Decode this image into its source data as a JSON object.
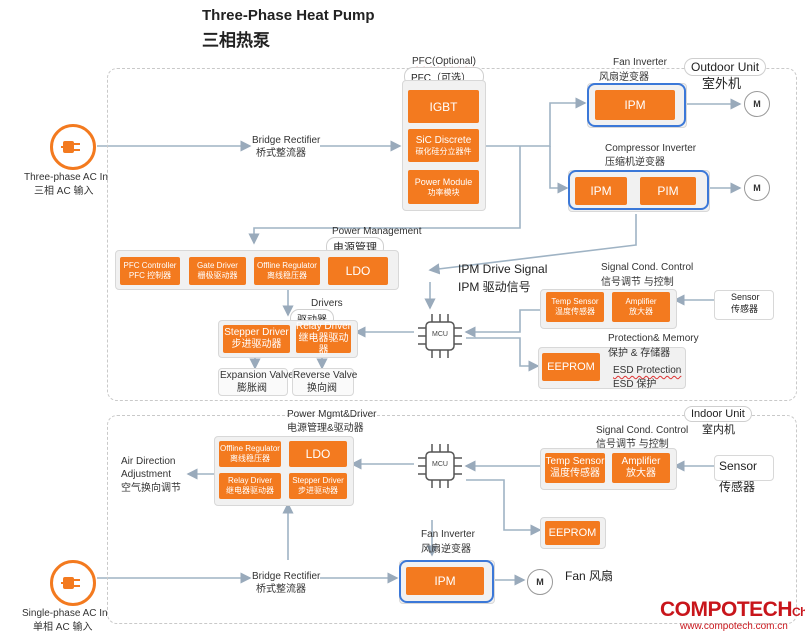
{
  "title": {
    "en": "Three-Phase Heat Pump",
    "cn": "三相热泵"
  },
  "outdoor": {
    "region_label": "Outdoor Unit",
    "region_label_cn": "室外机",
    "ac_input": {
      "en": "Three-phase AC In",
      "cn": "三相 AC 输入"
    },
    "bridge": {
      "en": "Bridge Rectifier",
      "cn": "桥式整流器"
    },
    "pfc": {
      "en": "PFC(Optional)",
      "cn": "PFC（可选）",
      "igbt": "IGBT",
      "sic_en": "SiC Discrete",
      "sic_cn": "碳化硅分立器件",
      "pm_en": "Power Module",
      "pm_cn": "功率模块"
    },
    "fan_inverter": {
      "en": "Fan Inverter",
      "cn": "风扇逆变器",
      "ipm": "IPM",
      "motor": "M"
    },
    "compressor_inverter": {
      "en": "Compressor Inverter",
      "cn": "压缩机逆变器",
      "ipm": "IPM",
      "pim": "PIM",
      "motor": "M"
    },
    "power_mgmt": {
      "en": "Power Management",
      "cn": "电源管理",
      "pfc_ctrl_en": "PFC Controller",
      "pfc_ctrl_cn": "PFC 控制器",
      "gate_en": "Gate Driver",
      "gate_cn": "栅极驱动器",
      "offline_en": "Offline Regulator",
      "offline_cn": "离线稳压器",
      "ldo": "LDO"
    },
    "ipm_signal": {
      "en": "IPM Drive Signal",
      "cn": "IPM 驱动信号"
    },
    "drivers": {
      "en": "Drivers",
      "cn": "驱动器",
      "stepper_en": "Stepper Driver",
      "stepper_cn": "步进驱动器",
      "relay_en": "Relay Driver",
      "relay_cn": "继电器驱动器"
    },
    "expansion": {
      "en": "Expansion Valve",
      "cn": "膨胀阀"
    },
    "reverse": {
      "en": "Reverse Valve",
      "cn": "换向阀"
    },
    "mcu": "MCU",
    "signal_cond": {
      "en": "Signal Cond. Control",
      "cn": "信号调节 与控制",
      "temp_en": "Temp Sensor",
      "temp_cn": "温度传感器",
      "amp_en": "Amplifier",
      "amp_cn": "放大器"
    },
    "sensor": {
      "en": "Sensor",
      "cn": "传感器"
    },
    "protection": {
      "en": "Protection& Memory",
      "cn": "保护 & 存储器",
      "esd_en": "ESD  Protection",
      "esd_cn": "ESD 保护",
      "eeprom": "EEPROM"
    }
  },
  "indoor": {
    "region_label": "Indoor Unit",
    "region_label_cn": "室内机",
    "ac_input": {
      "en": "Single-phase AC In",
      "cn": "单相 AC 输入"
    },
    "bridge": {
      "en": "Bridge Rectifier",
      "cn": "桥式整流器"
    },
    "power_driver": {
      "en": "Power Mgmt&Driver",
      "cn": "电源管理&驱动器",
      "offline_en": "Offline Regulator",
      "offline_cn": "离线稳压器",
      "ldo": "LDO",
      "relay_en": "Relay Driver",
      "relay_cn": "继电器驱动器",
      "stepper_en": "Stepper Driver",
      "stepper_cn": "步进驱动器"
    },
    "air_direction": {
      "en1": "Air Direction",
      "en2": "Adjustment",
      "cn": "空气换向调节"
    },
    "mcu": "MCU",
    "signal_cond": {
      "en": "Signal Cond. Control",
      "cn": "信号调节 与控制",
      "temp_en": "Temp Sensor",
      "temp_cn": "温度传感器",
      "amp_en": "Amplifier",
      "amp_cn": "放大器"
    },
    "sensor": {
      "en": "Sensor",
      "cn": "传感器"
    },
    "eeprom": "EEPROM",
    "fan_inverter": {
      "en": "Fan Inverter",
      "cn": "风扇逆变器",
      "ipm": "IPM",
      "motor": "M"
    },
    "fan_label": "Fan 风扇"
  },
  "logo": {
    "brand": "COMPOTECH",
    "brand_sub": "China",
    "url": "www.compotech.com.cn"
  },
  "colors": {
    "accent": "#f37a1f",
    "highlight": "#3b78d8",
    "logo": "#c8151b"
  }
}
